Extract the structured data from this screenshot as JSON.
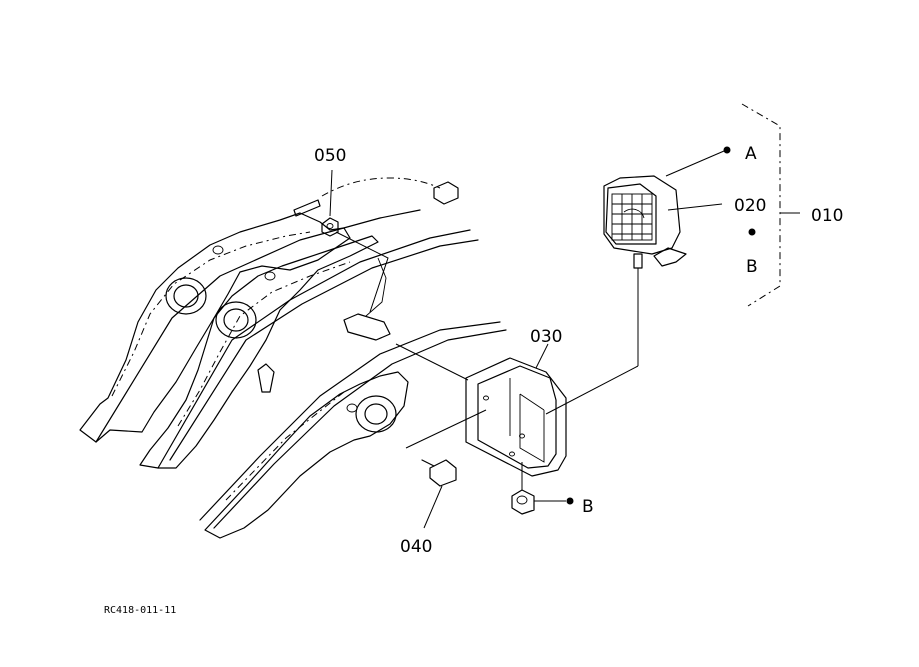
{
  "callouts": {
    "part_050": "050",
    "part_020": "020",
    "part_010": "010",
    "part_030": "030",
    "part_040": "040",
    "connector_a": "A",
    "connector_b_top": "B",
    "connector_b_bottom": "B"
  },
  "drawing_code": "RC418-011-11"
}
